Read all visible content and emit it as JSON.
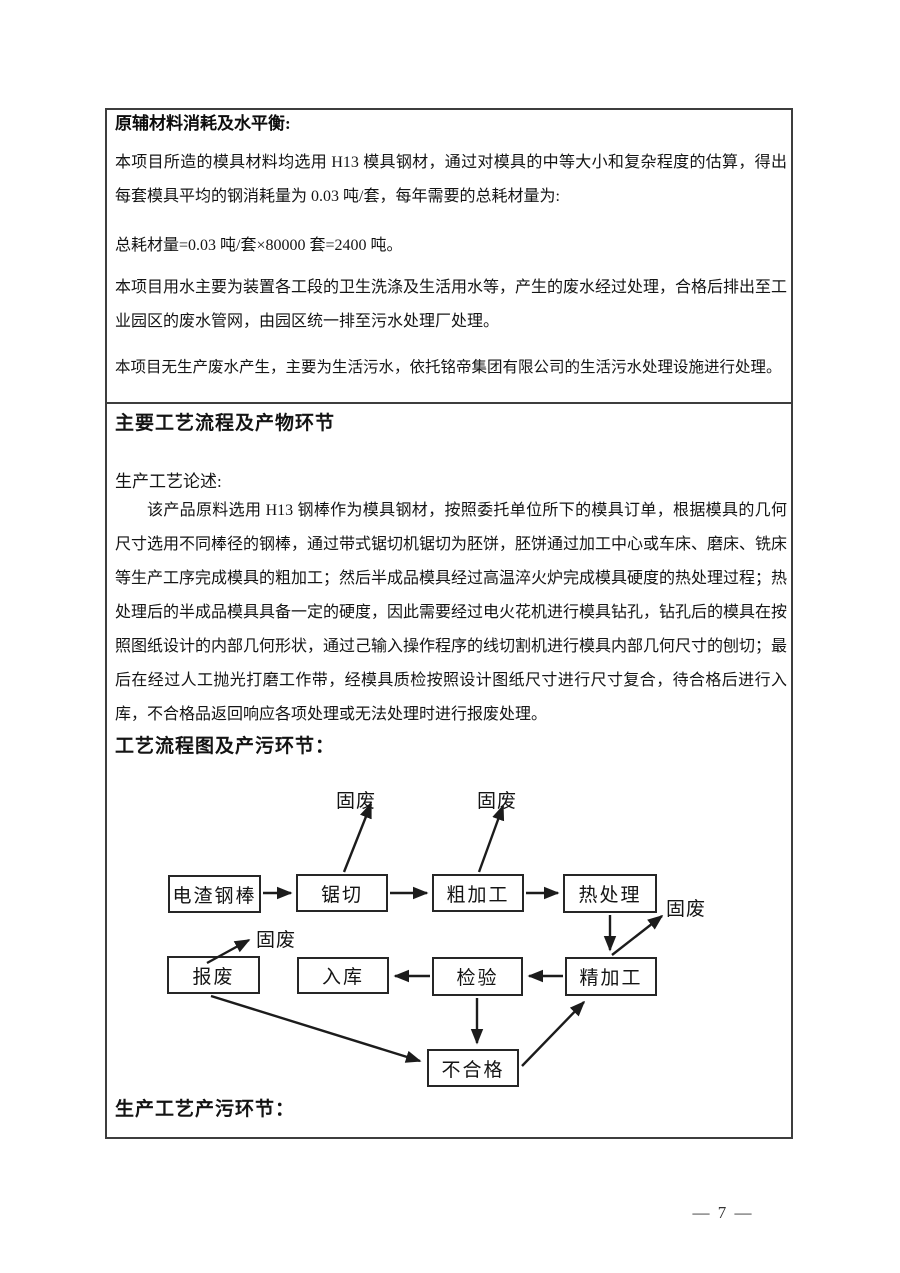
{
  "section1": {
    "title": "原辅材料消耗及水平衡:",
    "p1": "本项目所造的模具材料均选用 H13 模具钢材，通过对模具的中等大小和复杂程度的估算，得出每套模具平均的钢消耗量为 0.03 吨/套，每年需要的总耗材量为:",
    "p2": "总耗材量=0.03 吨/套×80000 套=2400 吨。",
    "p3": "本项目用水主要为装置各工段的卫生洗涤及生活用水等，产生的废水经过处理，合格后排出至工业园区的废水管网，由园区统一排至污水处理厂处理。",
    "p4": "本项目无生产废水产生，主要为生活污水，依托铭帝集团有限公司的生活污水处理设施进行处理。"
  },
  "section2": {
    "title": "主要工艺流程及产物环节",
    "desc_label": "生产工艺论述:",
    "desc": "该产品原料选用 H13 钢棒作为模具钢材，按照委托单位所下的模具订单，根据模具的几何尺寸选用不同棒径的钢棒，通过带式锯切机锯切为胚饼，胚饼通过加工中心或车床、磨床、铣床等生产工序完成模具的粗加工；然后半成品模具经过高温淬火炉完成模具硬度的热处理过程；热处理后的半成品模具具备一定的硬度，因此需要经过电火花机进行模具钻孔，钻孔后的模具在按照图纸设计的内部几何形状，通过己输入操作程序的线切割机进行模具内部几何尺寸的刨切；最后在经过人工抛光打磨工作带，经模具质检按照设计图纸尺寸进行尺寸复合，待合格后进行入库，不合格品返回响应各项处理或无法处理时进行报废处理。",
    "flow_title": "工艺流程图及产污环节：",
    "bottom_label": "生产工艺产污环节："
  },
  "flowchart": {
    "boxes": [
      "电渣钢棒",
      "锯切",
      "粗加工",
      "热处理",
      "报废",
      "入库",
      "检验",
      "精加工",
      "不合格"
    ],
    "solid_waste": "固废"
  },
  "footer": {
    "page_number": "— 7 —"
  }
}
